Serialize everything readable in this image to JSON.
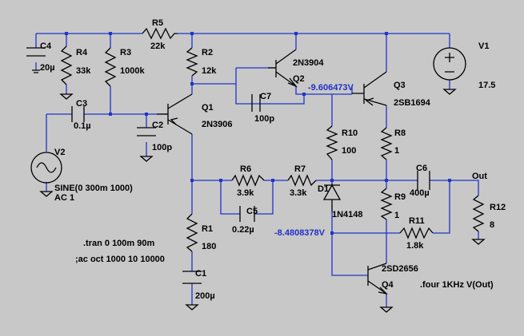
{
  "components": {
    "C4": {
      "name": "C4",
      "value": "20µ"
    },
    "R4": {
      "name": "R4",
      "value": "33k"
    },
    "R3": {
      "name": "R3",
      "value": "1000k"
    },
    "R5": {
      "name": "R5",
      "value": "22k"
    },
    "R2": {
      "name": "R2",
      "value": "12k"
    },
    "Q2": {
      "name": "Q2",
      "model": "2N3904"
    },
    "V1": {
      "name": "V1",
      "value": "17.5"
    },
    "Q3": {
      "name": "Q3",
      "model": "2SB1694"
    },
    "C3": {
      "name": "C3",
      "value": "0.1µ"
    },
    "Q1": {
      "name": "Q1",
      "model": "2N3906"
    },
    "C2": {
      "name": "C2",
      "value": "100p"
    },
    "C7": {
      "name": "C7",
      "value": "100p"
    },
    "R10": {
      "name": "R10",
      "value": "100"
    },
    "R8": {
      "name": "R8",
      "value": "1"
    },
    "V2": {
      "name": "V2",
      "value": "SINE(0 300m 1000)",
      "ac": "AC 1"
    },
    "R6": {
      "name": "R6",
      "value": "3.9k"
    },
    "R7": {
      "name": "R7",
      "value": "3.3k"
    },
    "D1": {
      "name": "D1",
      "model": "1N4148"
    },
    "C5": {
      "name": "C5",
      "value": "0.22µ"
    },
    "C6": {
      "name": "C6",
      "value": "400µ"
    },
    "R9": {
      "name": "R9",
      "value": "1"
    },
    "R11": {
      "name": "R11",
      "value": "1.8k"
    },
    "R12": {
      "name": "R12",
      "value": "8"
    },
    "R1": {
      "name": "R1",
      "value": "180"
    },
    "C1": {
      "name": "C1",
      "value": "200µ"
    },
    "Q4": {
      "name": "Q4",
      "model": "2SD2656"
    }
  },
  "net_labels": {
    "out": "Out"
  },
  "node_voltages": {
    "q3_base": "-9.606473V",
    "d1_cathode": "-8.4808378V"
  },
  "directives": {
    "tran": ".tran 0 100m 90m",
    "ac": ";ac oct 1000 10 10000",
    "four": ".four 1KHz V(Out)"
  },
  "colors": {
    "background": "#c8c8c8",
    "wire": "#1f35c8",
    "component": "#000000",
    "voltage_label": "#2030c8"
  }
}
